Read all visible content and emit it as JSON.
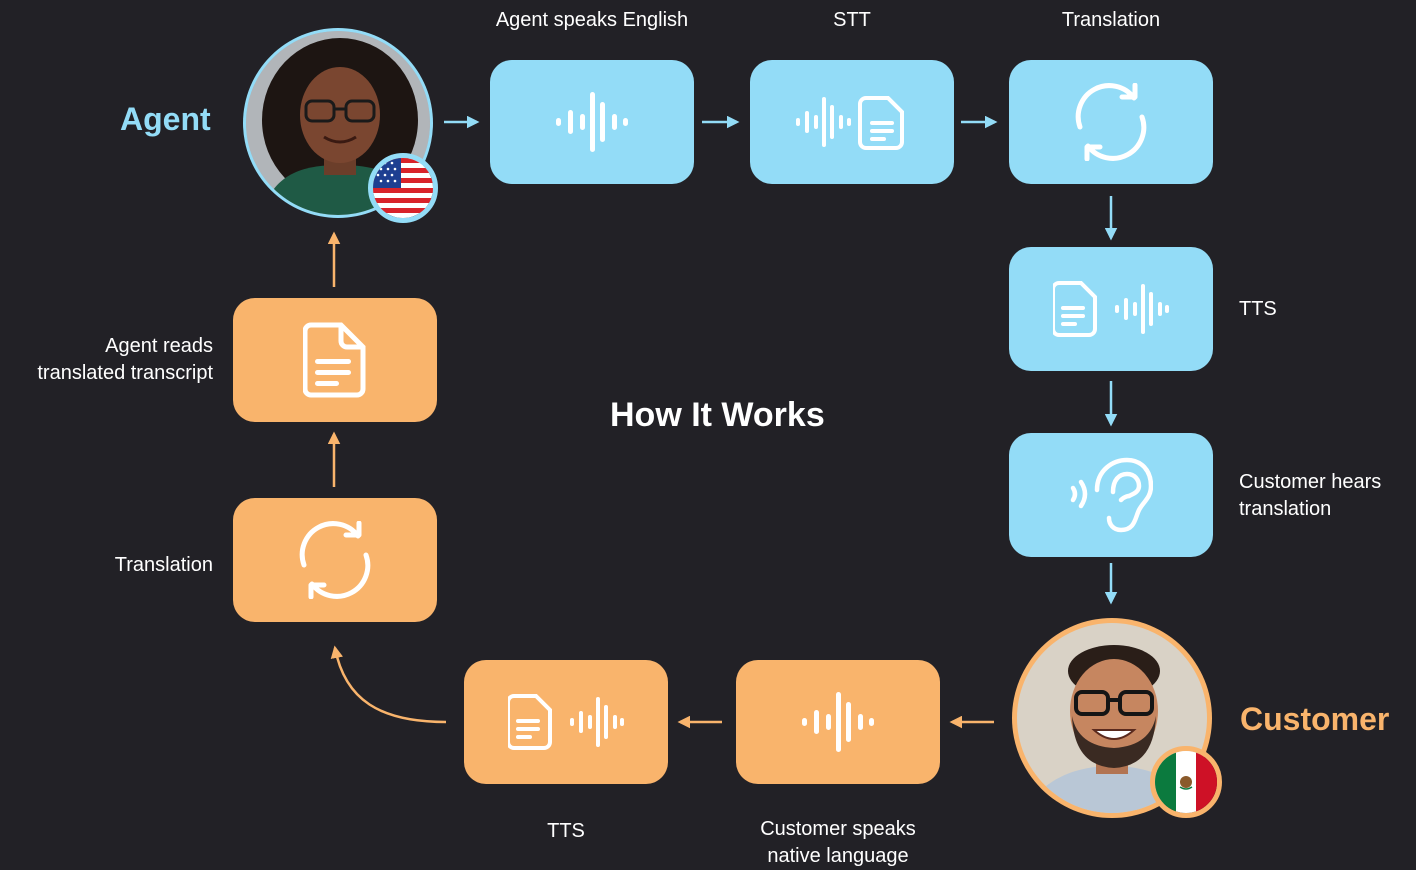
{
  "title": "How It Works",
  "agent": {
    "label": "Agent",
    "color": "#93dcf7",
    "flag": "us-flag-icon"
  },
  "customer": {
    "label": "Customer",
    "color": "#f9b46c",
    "flag": "mexico-flag-icon"
  },
  "colors": {
    "background": "#222126",
    "blue": "#93dcf7",
    "orange": "#f9b46c",
    "text": "#ffffff"
  },
  "agent_flow": [
    {
      "label": "Agent speaks English",
      "icon": "waveform-icon"
    },
    {
      "label": "STT",
      "icon": "waveform-document-icon"
    },
    {
      "label": "Translation",
      "icon": "sync-icon"
    },
    {
      "label": "TTS",
      "icon": "document-waveform-icon"
    },
    {
      "label": "Customer hears translation",
      "line1": "Customer hears",
      "line2": "translation",
      "icon": "ear-icon"
    }
  ],
  "customer_flow": [
    {
      "label": "Customer speaks native language",
      "line1": "Customer speaks",
      "line2": "native language",
      "icon": "waveform-icon"
    },
    {
      "label": "TTS",
      "icon": "document-waveform-icon"
    },
    {
      "label": "Translation",
      "icon": "sync-icon"
    },
    {
      "label": "Agent reads translated transcript",
      "line1": "Agent reads",
      "line2": "translated transcript",
      "icon": "document-icon"
    }
  ]
}
